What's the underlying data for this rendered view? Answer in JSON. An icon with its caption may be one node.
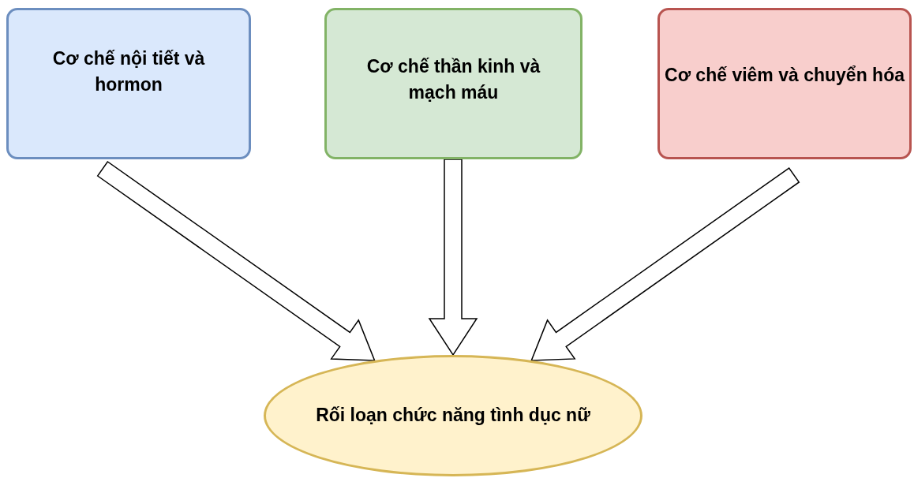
{
  "diagram": {
    "nodes": [
      {
        "text": [
          "Cơ chế nội tiết và hormon"
        ]
      },
      {
        "text": [
          "Cơ chế thần kinh và mạch máu"
        ]
      },
      {
        "text": [
          "Cơ chế viêm và chuyển hóa"
        ]
      },
      {
        "text": [
          "Rối loạn chức năng tình dục nữ"
        ]
      }
    ],
    "edges": [
      {
        "from": 0,
        "to": 3,
        "arrow": "to"
      },
      {
        "from": 1,
        "to": 3,
        "arrow": "to"
      },
      {
        "from": 2,
        "to": 3,
        "arrow": "to"
      }
    ]
  }
}
